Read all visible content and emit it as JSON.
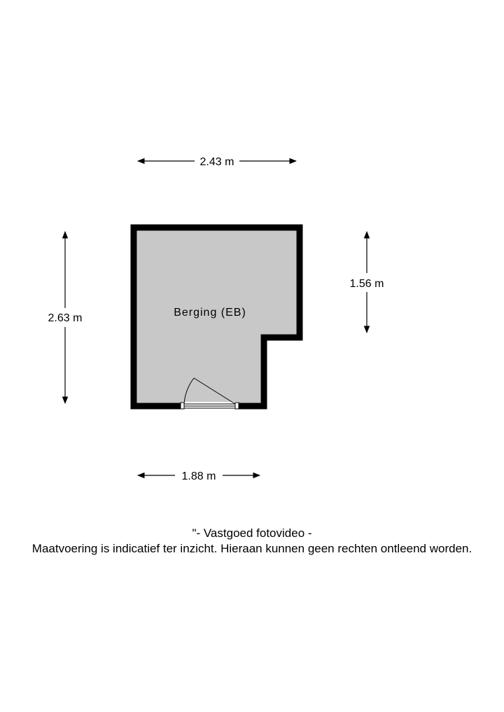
{
  "room": {
    "name": "Berging (EB)",
    "fill_color": "#c8c8c8",
    "wall_color": "#000000",
    "shadow_color": "#dcdcdc"
  },
  "dimensions": {
    "top_width": "2.43 m",
    "left_height": "2.63 m",
    "right_height": "1.56 m",
    "bottom_width": "1.88 m"
  },
  "footer": {
    "credit": "\"- Vastgoed fotovideo -",
    "disclaimer": "Maatvoering is indicatief ter inzicht. Hieraan kunnen geen rechten ontleend worden."
  }
}
